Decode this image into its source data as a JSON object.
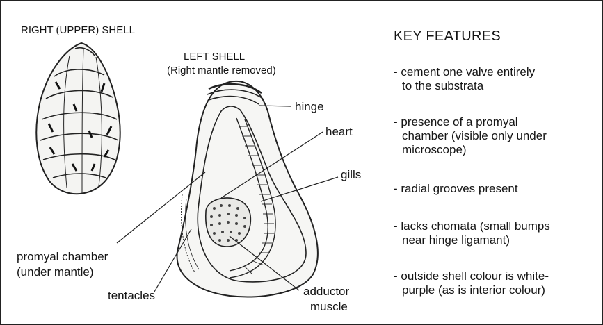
{
  "right_shell": {
    "title": "RIGHT (UPPER) SHELL"
  },
  "left_shell": {
    "title": "LEFT SHELL",
    "subtitle": "(Right mantle removed)"
  },
  "labels": {
    "hinge": "hinge",
    "heart": "heart",
    "gills": "gills",
    "promyal_line1": "promyal chamber",
    "promyal_line2": "(under mantle)",
    "tentacles": "tentacles",
    "adductor_line1": "adductor",
    "adductor_line2": "muscle"
  },
  "key_features": {
    "title": "KEY FEATURES",
    "items": [
      {
        "line1": "- cement one valve entirely",
        "line2": "  to the substrata",
        "line3": ""
      },
      {
        "line1": "- presence of a promyal",
        "line2": "  chamber (visible only under",
        "line3": "  microscope)"
      },
      {
        "line1": "- radial grooves present",
        "line2": "",
        "line3": ""
      },
      {
        "line1": "- lacks chomata (small bumps",
        "line2": "  near hinge ligamant)",
        "line3": ""
      },
      {
        "line1": "- outside shell colour is white-",
        "line2": "  purple (as is interior colour)",
        "line3": ""
      }
    ]
  }
}
